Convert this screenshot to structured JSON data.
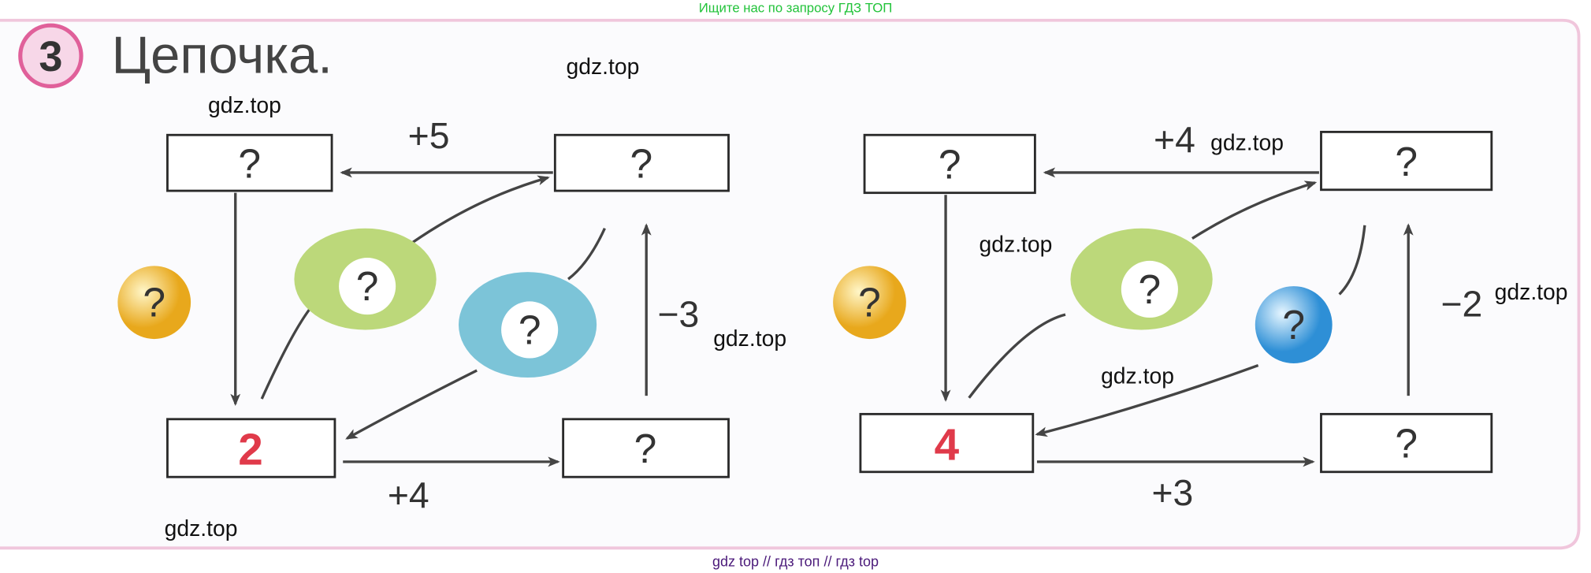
{
  "banner": "Ищите нас по запросу ГДЗ ТОП",
  "footer": "gdz top  //  гдз топ  //  гдз top",
  "task": {
    "number": "3",
    "title": "Цепочка."
  },
  "watermark": "gdz.top",
  "unknown": "?",
  "chains": [
    {
      "start": "2",
      "ops": {
        "top": "+5",
        "right": "−3",
        "bottom": "+4"
      }
    },
    {
      "start": "4",
      "ops": {
        "top": "+4",
        "right": "−2",
        "bottom": "+3"
      }
    }
  ],
  "colors": {
    "accent": "#e0609a",
    "given": "#e03a4a",
    "banner": "#22c33a",
    "footer": "#4b1a7a"
  }
}
